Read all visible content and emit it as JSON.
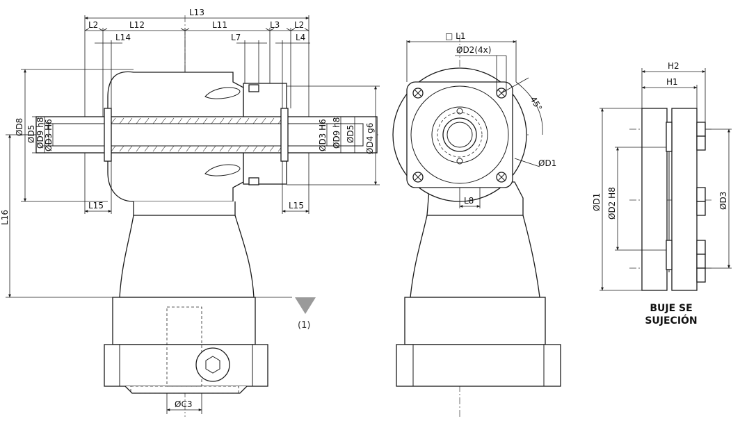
{
  "dimensions": {
    "L1": "□ L1",
    "L2_left": "L2",
    "L2_right": "L2",
    "L3": "L3",
    "L4": "L4",
    "L7": "L7",
    "L8": "L8",
    "L11": "L11",
    "L12": "L12",
    "L13": "L13",
    "L14": "L14",
    "L15_left": "L15",
    "L15_right": "L15",
    "L16": "L16",
    "D1_front": "ØD1",
    "D2_front": "ØD2(4x)",
    "angle": "45°",
    "D8": "ØD8",
    "D5_left": "ØD5",
    "D9_left": "ØD9 h8",
    "D3_left": "ØD3 H6",
    "D3_right": "ØD3 H6",
    "D9_right": "ØD9 h8",
    "D5_right": "ØD5",
    "D4": "ØD4 g6",
    "C3": "ØC3"
  },
  "note_marker": "(1)",
  "bushing": {
    "H1": "H1",
    "H2": "H2",
    "D1": "ØD1",
    "D2": "ØD2 H8",
    "D3": "ØD3",
    "caption_line1": "BUJE SE",
    "caption_line2": "SUJECIÓN"
  }
}
